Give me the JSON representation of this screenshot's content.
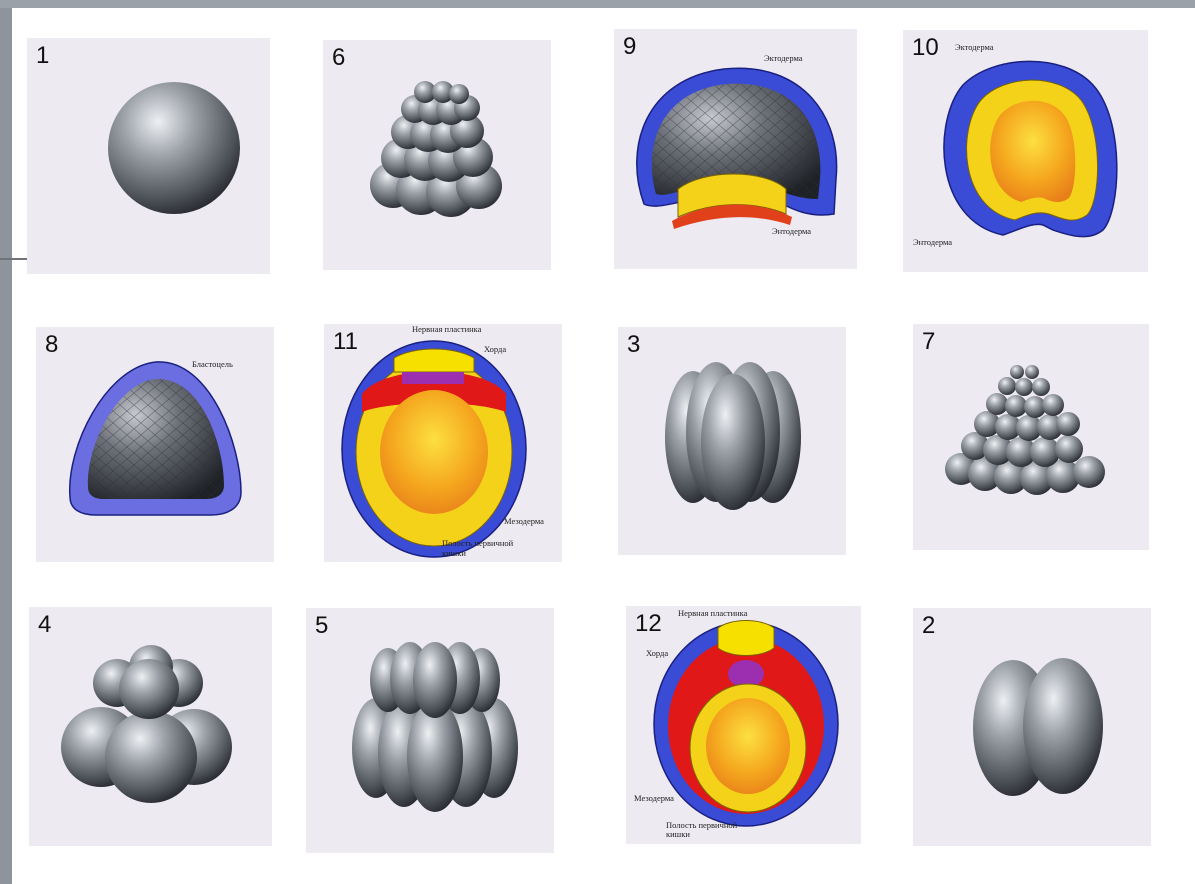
{
  "panels": [
    {
      "number": "1"
    },
    {
      "number": "6"
    },
    {
      "number": "9",
      "labels": [
        "Эктодерма",
        "Энтодерма"
      ]
    },
    {
      "number": "10",
      "labels": [
        "Эктодерма",
        "Энтодерма"
      ]
    },
    {
      "number": "8",
      "labels": [
        "Бластоцель"
      ]
    },
    {
      "number": "11",
      "labels": [
        "Нервная пластинка",
        "Хорда",
        "Мезодерма",
        "Полость первичной",
        "кишки"
      ]
    },
    {
      "number": "3"
    },
    {
      "number": "7"
    },
    {
      "number": "4"
    },
    {
      "number": "5"
    },
    {
      "number": "12",
      "labels": [
        "Нервная пластинка",
        "Хорда",
        "Мезодерма",
        "Полость первичной",
        "кишки"
      ]
    },
    {
      "number": "2"
    }
  ],
  "colors": {
    "ectoderm": "#3a4bd6",
    "endoderm": "#f5d21a",
    "mesoderm": "#e01818",
    "chord": "#9b2fb0",
    "yolk": "#f59a1a",
    "blastomere": "#7c8088"
  }
}
